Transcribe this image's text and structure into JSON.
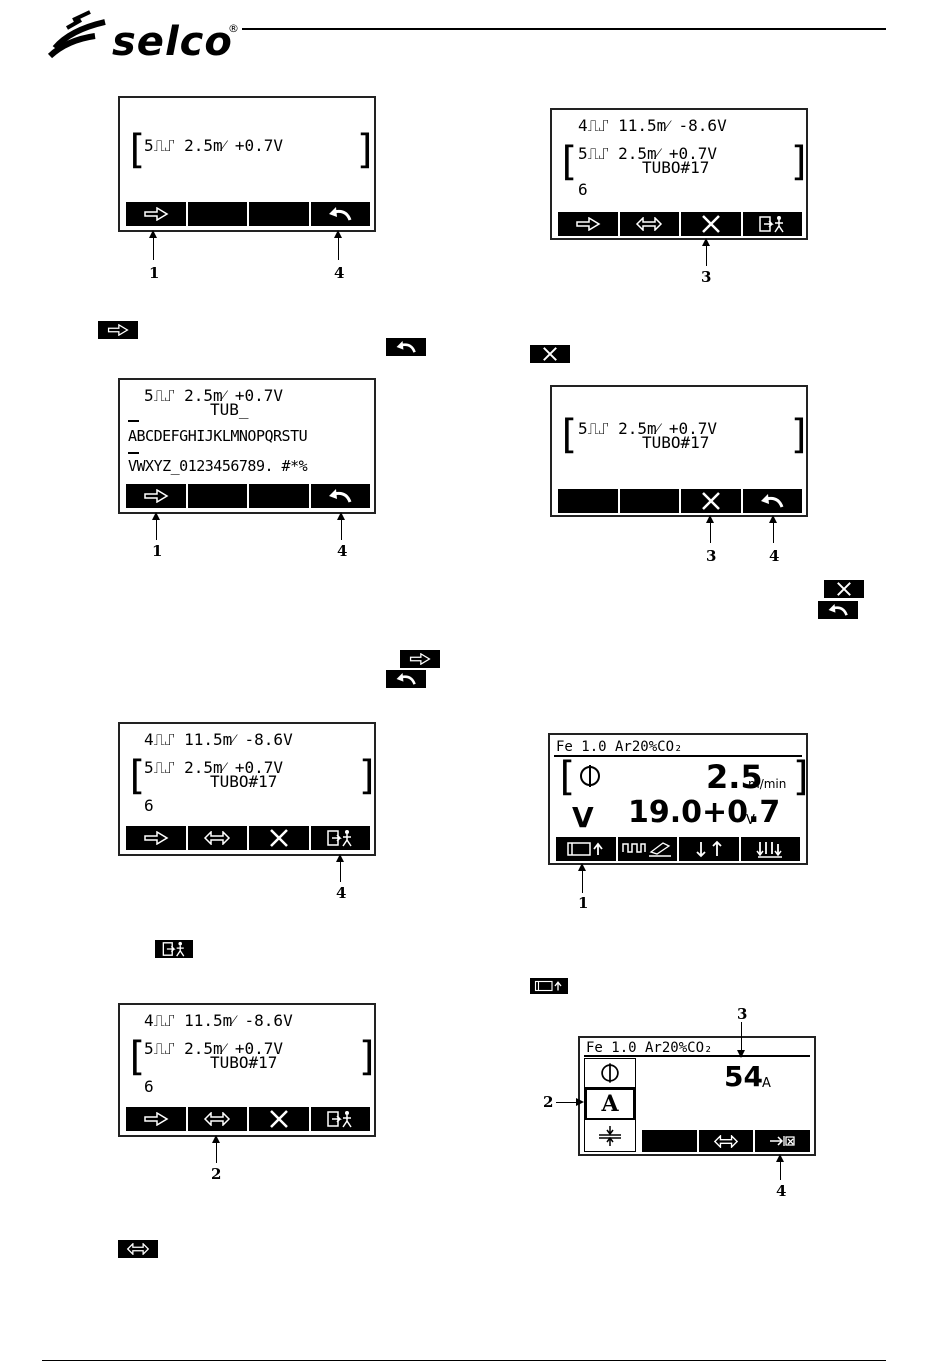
{
  "header": {
    "brand": "selco",
    "registered": "®"
  },
  "panel1": {
    "line1": "5⎍⑀ 2.5m⁄ +0.7V",
    "callouts": [
      "1",
      "4"
    ]
  },
  "panel2": {
    "line1": "4⎍⑀ 11.5m⁄ -8.6V",
    "line2a": "5⎍⑀ 2.5m⁄ +0.7V",
    "line2b": "TUBO#17",
    "line3": "6",
    "callouts": [
      "3"
    ]
  },
  "panel3": {
    "line1": "5⎍⑀ 2.5m⁄ +0.7V",
    "line1b": "TUB_",
    "line2": "ABCDEFGHIJKLMNOPQRSTU",
    "line3": "VWXYZ_0123456789. #*%",
    "callouts": [
      "1",
      "4"
    ]
  },
  "panel4": {
    "line1a": "5⎍⑀ 2.5m⁄ +0.7V",
    "line1b": "TUBO#17",
    "callouts": [
      "3",
      "4"
    ]
  },
  "panel5": {
    "line1": "4⎍⑀ 11.5m⁄ -8.6V",
    "line2a": "5⎍⑀ 2.5m⁄ +0.7V",
    "line2b": "TUBO#17",
    "line3": "6",
    "callouts": [
      "4"
    ]
  },
  "panel6": {
    "header": "Fe 1.0 Ar20%CO₂",
    "wire_value": "2.5",
    "wire_unit": "m/min",
    "volt_label": "V",
    "volt_value": "19.0+0.7",
    "volt_unit": "V",
    "callouts": [
      "1"
    ]
  },
  "panel7": {
    "line1": "4⎍⑀ 11.5m⁄ -8.6V",
    "line2a": "5⎍⑀ 2.5m⁄ +0.7V",
    "line2b": "TUBO#17",
    "line3": "6",
    "callouts": [
      "2"
    ]
  },
  "panel8": {
    "header": "Fe 1.0 Ar20%CO₂",
    "value": "54",
    "unit": "A",
    "mode_letter": "A",
    "callouts": [
      "2",
      "3",
      "4"
    ]
  }
}
